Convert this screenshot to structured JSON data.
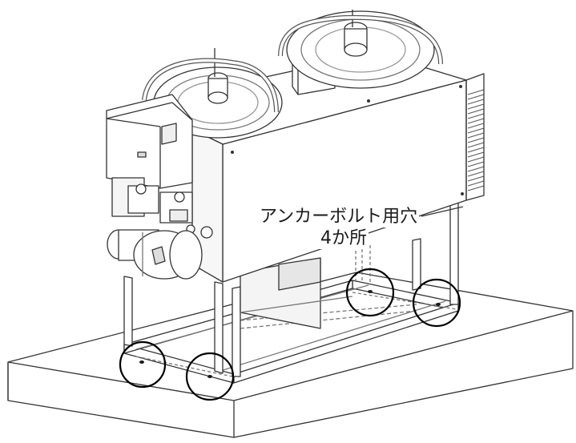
{
  "diagram": {
    "callout": {
      "line1": "アンカーボルト用穴",
      "line2": "4か所"
    },
    "colors": {
      "line": "#333333",
      "light_line": "#777777",
      "fill": "#ffffff",
      "shade": "#eeeeee"
    },
    "highlighted_holes": 4
  }
}
